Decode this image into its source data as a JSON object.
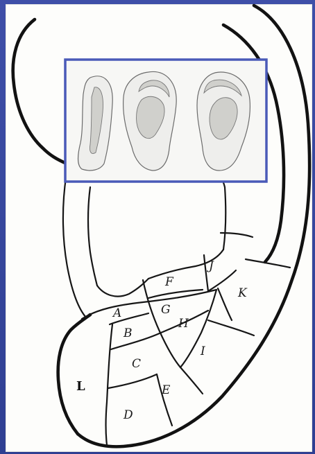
{
  "diagram": {
    "zones": [
      {
        "id": "A",
        "label": "A"
      },
      {
        "id": "B",
        "label": "B"
      },
      {
        "id": "C",
        "label": "C"
      },
      {
        "id": "D",
        "label": "D"
      },
      {
        "id": "E",
        "label": "E"
      },
      {
        "id": "F",
        "label": "F"
      },
      {
        "id": "G",
        "label": "G"
      },
      {
        "id": "H",
        "label": "H"
      },
      {
        "id": "I",
        "label": "I"
      },
      {
        "id": "J",
        "label": "J"
      },
      {
        "id": "K",
        "label": "K"
      },
      {
        "id": "L",
        "label": "L"
      }
    ],
    "inset": {
      "views": [
        "ear-side-view",
        "ear-front-view-left",
        "ear-front-view-right"
      ]
    },
    "colors": {
      "background": "#3b4b9c",
      "paper": "#fdfdfb",
      "ink": "#161616",
      "inset_border": "#4a5ab8"
    }
  }
}
